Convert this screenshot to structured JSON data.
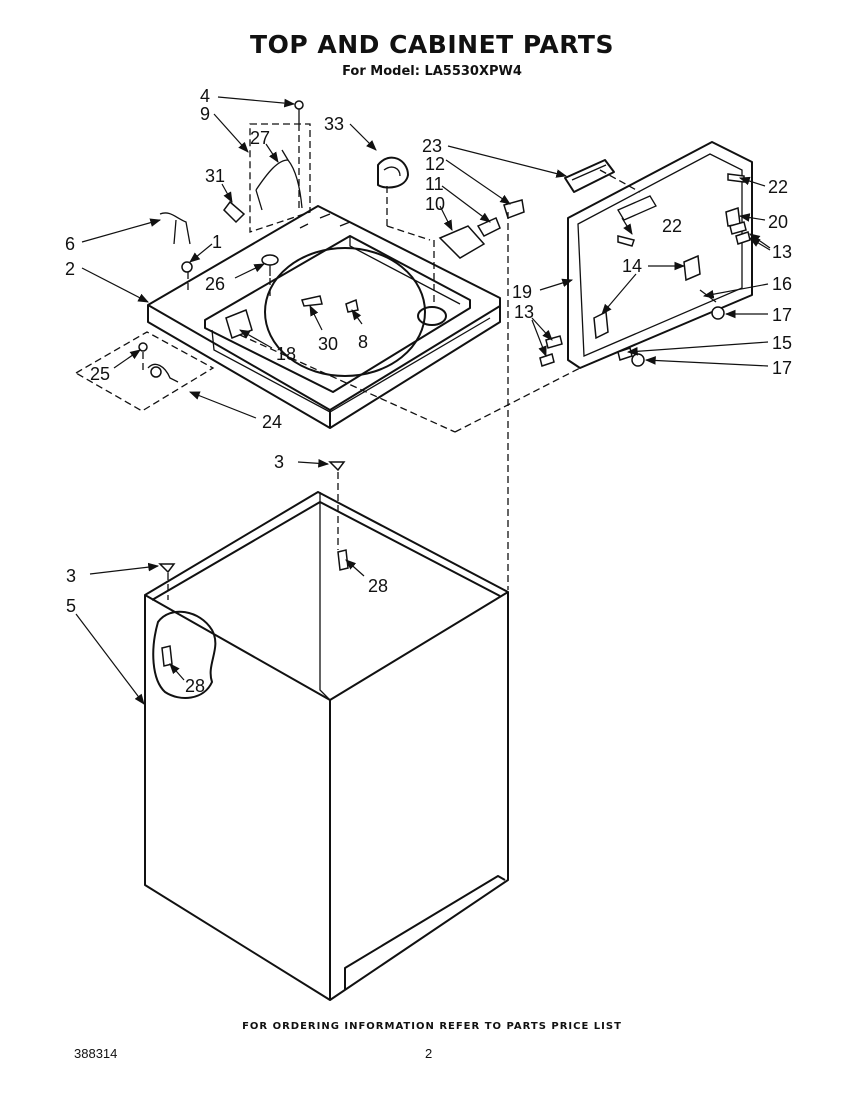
{
  "header": {
    "title": "TOP AND CABINET PARTS",
    "subtitle": "For Model: LA5530XPW4"
  },
  "footer": {
    "note": "FOR ORDERING INFORMATION REFER TO PARTS PRICE LIST",
    "doc_number": "388314",
    "page_number": "2"
  },
  "callouts": {
    "c1": "1",
    "c2": "2",
    "c3a": "3",
    "c3b": "3",
    "c4": "4",
    "c5": "5",
    "c6": "6",
    "c8": "8",
    "c9": "9",
    "c10": "10",
    "c11": "11",
    "c12": "12",
    "c13a": "13",
    "c13b": "13",
    "c14": "14",
    "c15": "15",
    "c16": "16",
    "c17a": "17",
    "c17b": "17",
    "c18": "18",
    "c19": "19",
    "c20": "20",
    "c22a": "22",
    "c22b": "22",
    "c23": "23",
    "c24": "24",
    "c25": "25",
    "c26": "26",
    "c27": "27",
    "c28a": "28",
    "c28b": "28",
    "c30": "30",
    "c31": "31",
    "c33": "33"
  }
}
